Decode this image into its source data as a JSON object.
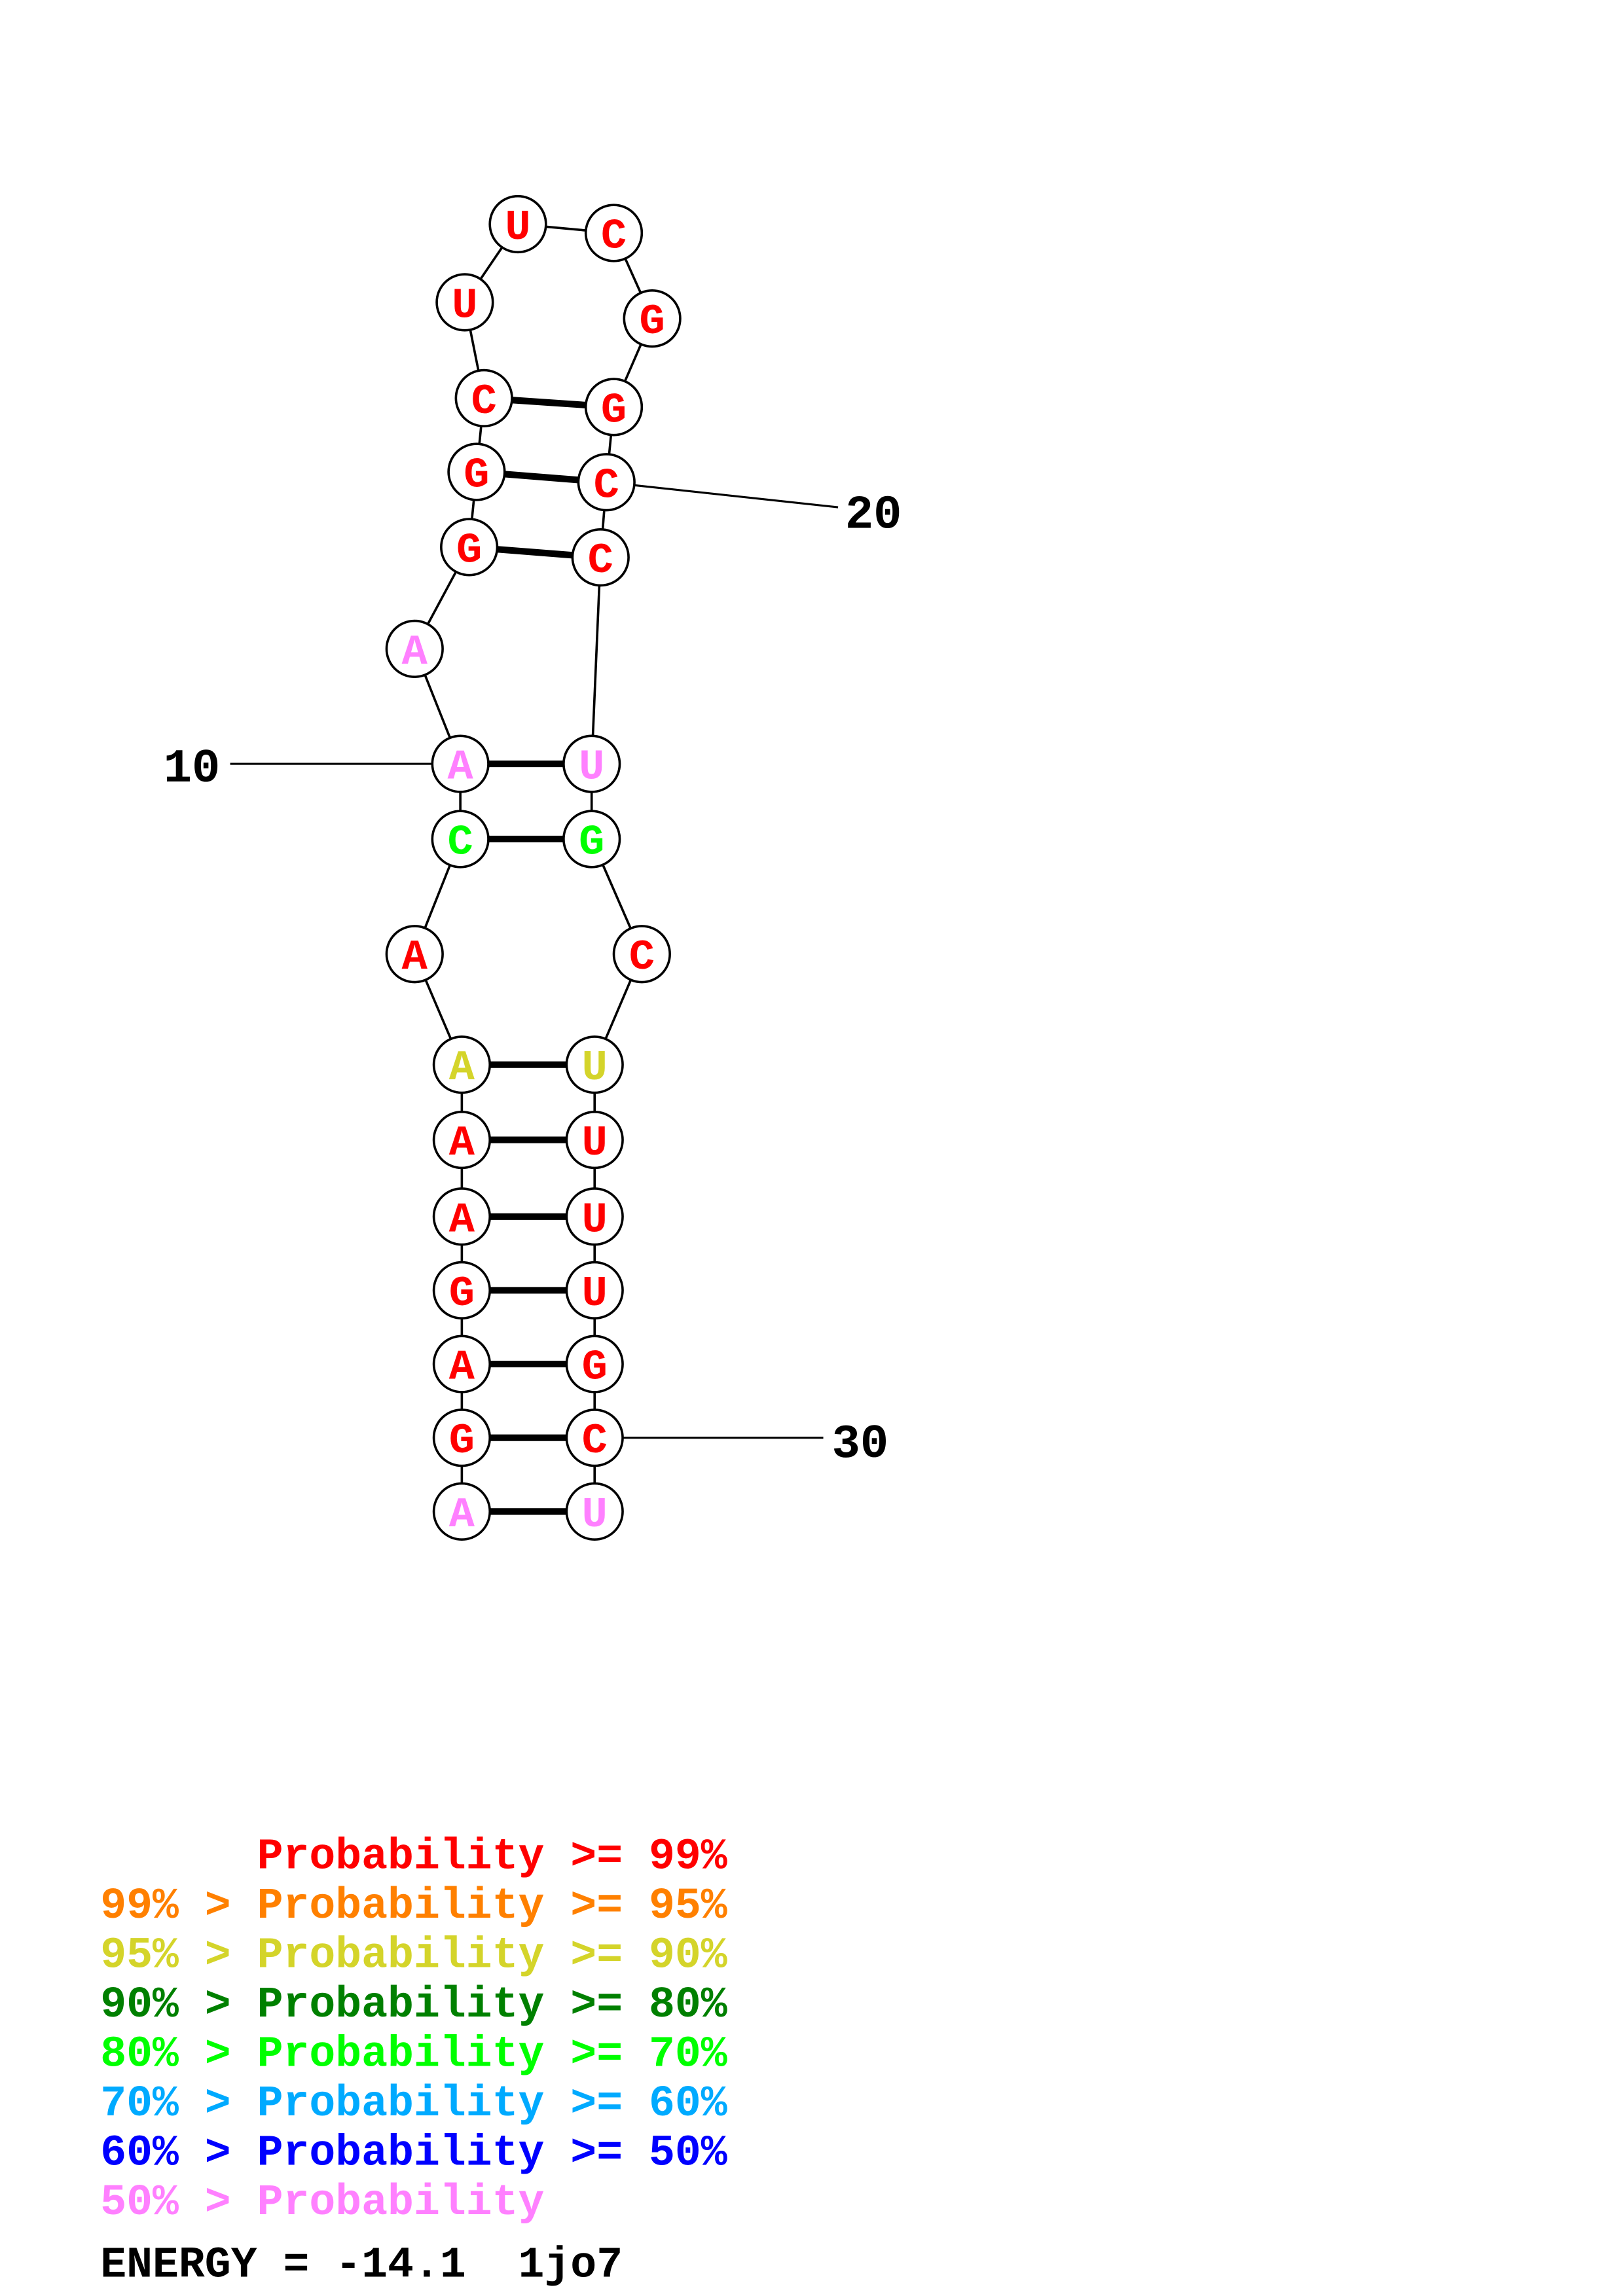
{
  "structure": {
    "sequence": "AGAGAAAACAAGGCUUCGGCCUGCUUUUGCU",
    "confidence": [
      "p50",
      "p99",
      "p99",
      "p99",
      "p99",
      "p99",
      "p90",
      "p99",
      "p70",
      "p50",
      "p50",
      "p99",
      "p99",
      "p99",
      "p99",
      "p99",
      "p99",
      "p99",
      "p99",
      "p99",
      "p99",
      "p50",
      "p70",
      "p99",
      "p90",
      "p99",
      "p99",
      "p99",
      "p99",
      "p99",
      "p50"
    ],
    "pairs": [
      [
        1,
        31
      ],
      [
        2,
        30
      ],
      [
        3,
        29
      ],
      [
        4,
        28
      ],
      [
        5,
        27
      ],
      [
        6,
        26
      ],
      [
        7,
        25
      ],
      [
        9,
        23
      ],
      [
        10,
        22
      ],
      [
        12,
        21
      ],
      [
        13,
        20
      ],
      [
        14,
        19
      ]
    ],
    "tick_labels": [
      {
        "index": 10,
        "text": "10"
      },
      {
        "index": 20,
        "text": "20"
      },
      {
        "index": 30,
        "text": "30"
      }
    ]
  },
  "colors": {
    "p99": "#ff0000",
    "p95": "#ff8000",
    "p90": "#d4d42a",
    "p80": "#008000",
    "p70": "#00ff00",
    "p60": "#00aaff",
    "p50_": "#0000ff",
    "p50": "#ff80ff"
  },
  "legend": [
    {
      "text": "      Probability >= 99%",
      "color": "#ff0000"
    },
    {
      "text": "99% > Probability >= 95%",
      "color": "#ff8000"
    },
    {
      "text": "95% > Probability >= 90%",
      "color": "#d4d42a"
    },
    {
      "text": "90% > Probability >= 80%",
      "color": "#008000"
    },
    {
      "text": "80% > Probability >= 70%",
      "color": "#00ff00"
    },
    {
      "text": "70% > Probability >= 60%",
      "color": "#00aaff"
    },
    {
      "text": "60% > Probability >= 50%",
      "color": "#0000ff"
    },
    {
      "text": "50% > Probability",
      "color": "#ff80ff"
    }
  ],
  "footer": {
    "energy_text": "ENERGY = -14.1  1jo7"
  }
}
